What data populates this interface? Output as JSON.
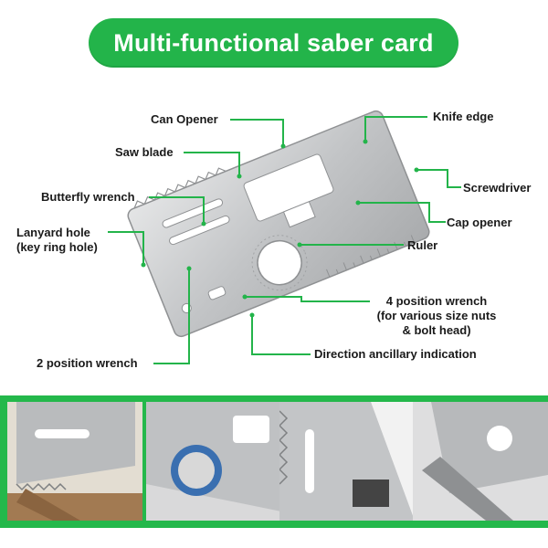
{
  "title": "Multi-functional saber card",
  "labels": {
    "can_opener": "Can Opener",
    "knife_edge": "Knife edge",
    "saw_blade": "Saw blade",
    "screwdriver": "Screwdriver",
    "butterfly_wrench": "Butterfly wrench",
    "cap_opener": "Cap opener",
    "lanyard_hole_1": "Lanyard hole",
    "lanyard_hole_2": "(key ring hole)",
    "ruler": "Ruler",
    "four_wrench_1": "4 position wrench",
    "four_wrench_2": "(for various size nuts",
    "four_wrench_3": "& bolt head)",
    "direction": "Direction ancillary indication",
    "two_wrench": "2 position wrench"
  },
  "colors": {
    "accent_green": "#23b44a",
    "card_steel": "#c9cbcc",
    "line": "#23b44a"
  },
  "photos": [
    {
      "icon": "saw-cutting-wood-photo"
    },
    {
      "icon": "opening-bottle-cap-photo"
    },
    {
      "icon": "saw-blade-closeup-photo"
    },
    {
      "icon": "card-on-surface-photo"
    }
  ]
}
